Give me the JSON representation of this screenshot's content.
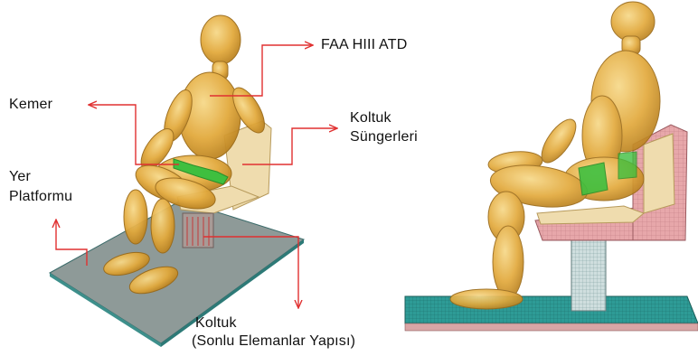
{
  "labels": {
    "atd": "FAA  HIII ATD",
    "kemer": "Kemer",
    "koltuk_sungerleri_1": "Koltuk",
    "koltuk_sungerleri_2": "Süngerleri",
    "yer_platformu_1": "Yer",
    "yer_platformu_2": "Platformu",
    "koltuk_fe_1": "Koltuk",
    "koltuk_fe_2": "(Sonlu Elemanlar Yapısı)"
  },
  "colors": {
    "body": "#e9b64a",
    "body_edge": "#a8741a",
    "belt": "#3fbf3f",
    "seat_foam": "#eed9a6",
    "seat_back_side": "#e8c8c8",
    "pink_mesh": "#e3a3a6",
    "teal_platform": "#4f8f8c",
    "teal_mesh": "#2a9a96",
    "grey_platform": "#8f9a9a",
    "pedestal": "#c7d6d6",
    "arrow": "#e03030",
    "text": "#111111"
  }
}
